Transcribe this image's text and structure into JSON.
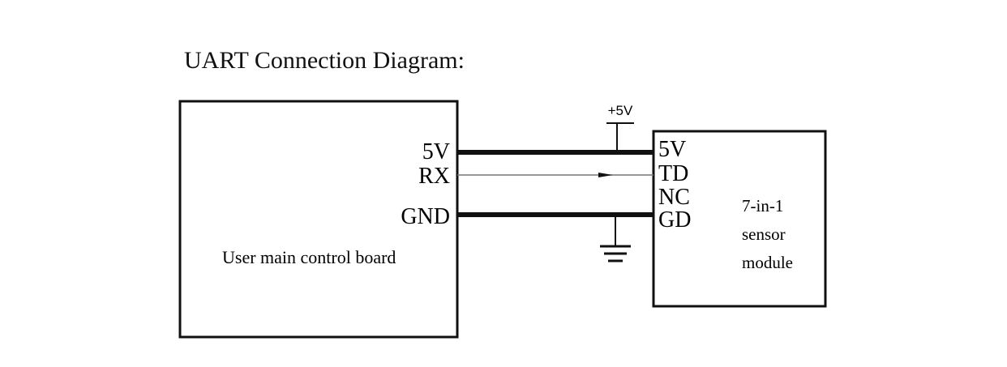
{
  "title": "UART Connection Diagram:",
  "main_board": {
    "label": "User main control board",
    "pins": [
      "5V",
      "RX",
      "GND"
    ]
  },
  "sensor_module": {
    "label_lines": [
      "7-in-1",
      "sensor",
      "module"
    ],
    "pins": [
      "5V",
      "TD",
      "NC",
      "GD"
    ]
  },
  "power_symbol_label": "+5V",
  "colors": {
    "line": "#111111",
    "background": "#ffffff"
  }
}
